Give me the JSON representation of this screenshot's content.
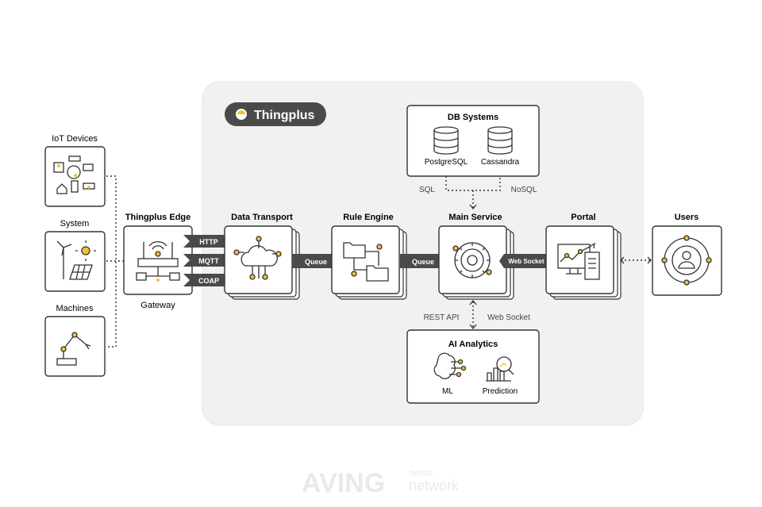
{
  "brand": {
    "name": "Thingplus"
  },
  "sources": {
    "iot_devices": "IoT Devices",
    "system": "System",
    "machines": "Machines"
  },
  "edge": {
    "title": "Thingplus Edge",
    "sub": "Gateway"
  },
  "protocols": [
    "HTTP",
    "MQTT",
    "COAP"
  ],
  "transport": {
    "title": "Data Transport"
  },
  "rule_engine": {
    "title": "Rule Engine"
  },
  "main_service": {
    "title": "Main Service"
  },
  "portal": {
    "title": "Portal"
  },
  "users": {
    "title": "Users"
  },
  "queue_label": "Queue",
  "websocket_label": "Web Socket",
  "db": {
    "title": "DB Systems",
    "items": [
      "PostgreSQL",
      "Cassandra"
    ],
    "sql": "SQL",
    "nosql": "NoSQL"
  },
  "api": {
    "rest": "REST API",
    "ws": "Web Socket"
  },
  "ai": {
    "title": "AI Analytics",
    "items": [
      "ML",
      "Prediction"
    ]
  },
  "watermark": {
    "main": "AVING",
    "top": "news",
    "bottom": "network"
  },
  "colors": {
    "accent": "#f2c230",
    "dark": "#4a4a4a",
    "panel": "#f1f1f1"
  }
}
